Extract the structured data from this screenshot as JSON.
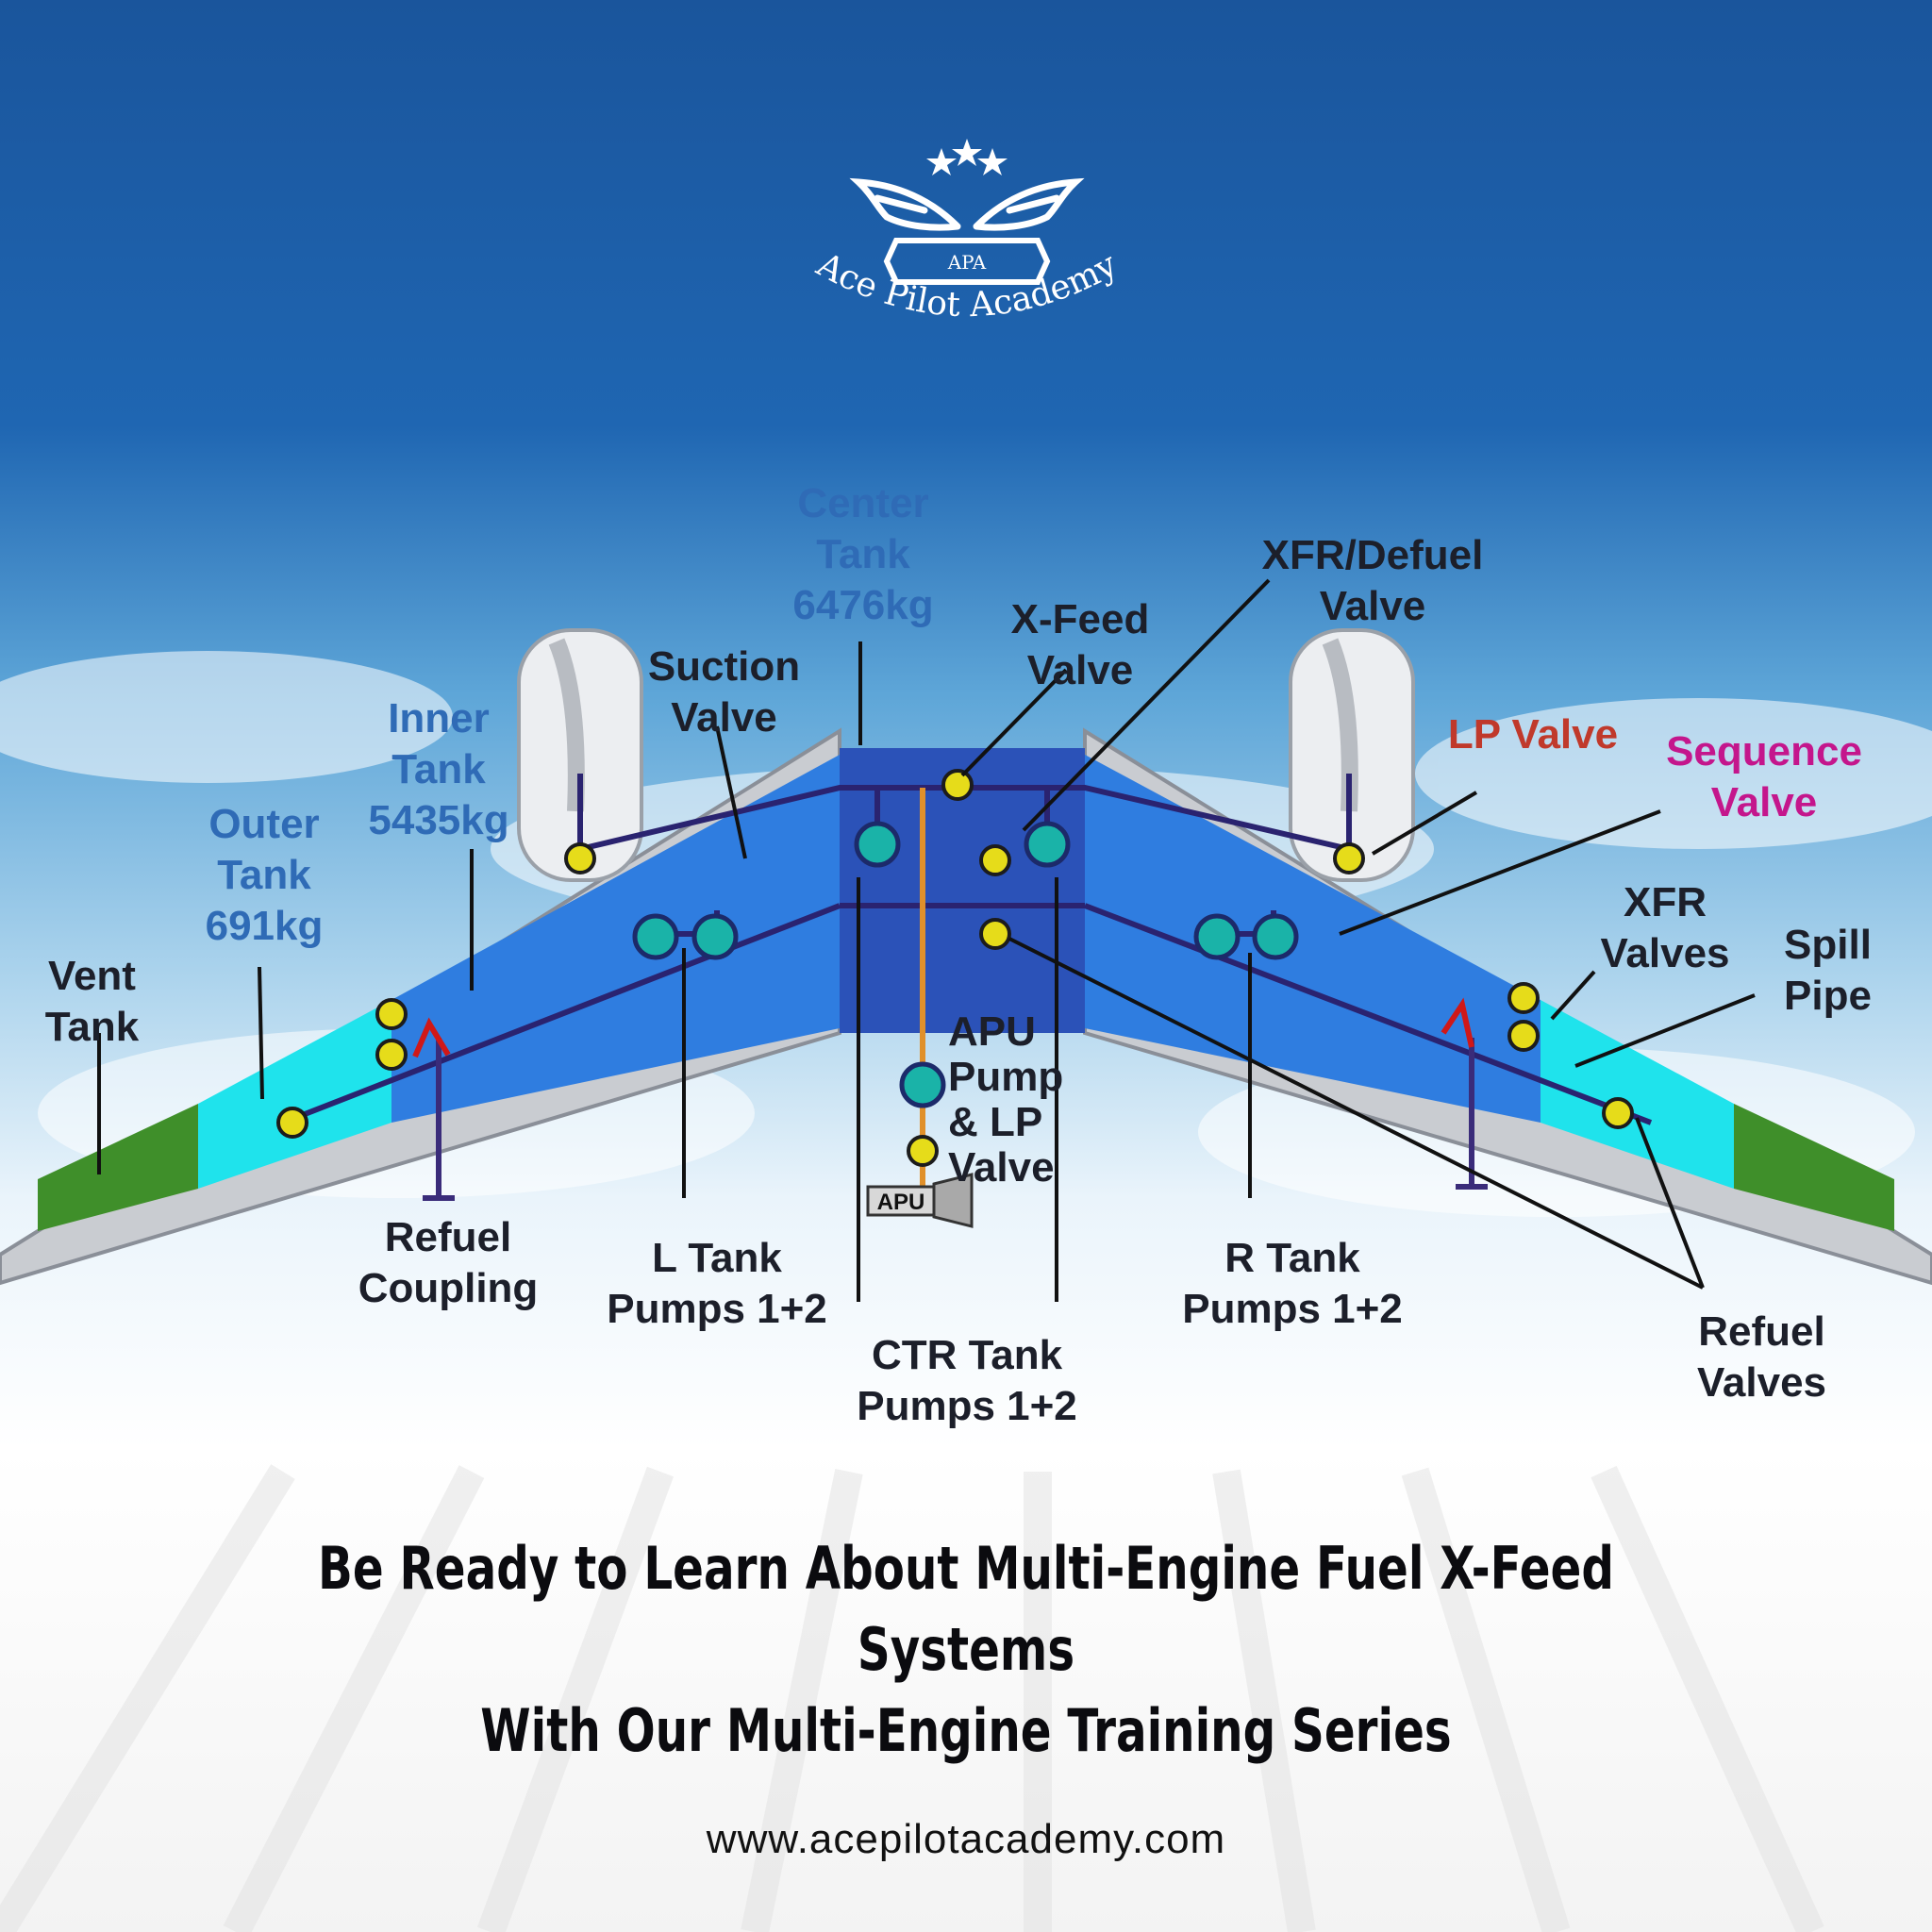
{
  "brand": {
    "badge_text": "APA",
    "name": "Ace Pilot Academy"
  },
  "labels": {
    "center_tank": [
      "Center",
      "Tank",
      "6476kg"
    ],
    "xfr_defuel_valve": [
      "XFR/Defuel",
      "Valve"
    ],
    "x_feed_valve": [
      "X-Feed",
      "Valve"
    ],
    "suction_valve": [
      "Suction",
      "Valve"
    ],
    "inner_tank": [
      "Inner",
      "Tank",
      "5435kg"
    ],
    "outer_tank": [
      "Outer",
      "Tank",
      "691kg"
    ],
    "vent_tank": [
      "Vent",
      "Tank"
    ],
    "lp_valve": [
      "LP Valve"
    ],
    "sequence_valve": [
      "Sequence",
      "Valve"
    ],
    "xfr_valves": [
      "XFR",
      "Valves"
    ],
    "spill_pipe": [
      "Spill",
      "Pipe"
    ],
    "apu_pump_lp_valve": [
      "APU",
      "Pump",
      "& LP",
      "Valve"
    ],
    "apu": "APU",
    "refuel_coupling": [
      "Refuel",
      "Coupling"
    ],
    "l_tank_pumps": [
      "L Tank",
      "Pumps 1+2"
    ],
    "r_tank_pumps": [
      "R Tank",
      "Pumps 1+2"
    ],
    "ctr_tank_pumps": [
      "CTR Tank",
      "Pumps 1+2"
    ],
    "refuel_valves": [
      "Refuel",
      "Valves"
    ]
  },
  "headline": [
    "Be Ready to Learn About Multi-Engine Fuel X-Feed Systems",
    "With Our Multi-Engine Training Series"
  ],
  "url": "www.acepilotacademy.com",
  "colors": {
    "sky_top": "#1a5aa0",
    "sky_bottom": "#ffffff",
    "inner_tank": "#2f7de0",
    "center_tank": "#2b52b8",
    "outer_tank": "#1fe3ec",
    "vent_tank": "#3f8f2a",
    "fuel_line": "#2a2370",
    "pump": "#1ab3a8",
    "valve": "#e6dc1a"
  }
}
